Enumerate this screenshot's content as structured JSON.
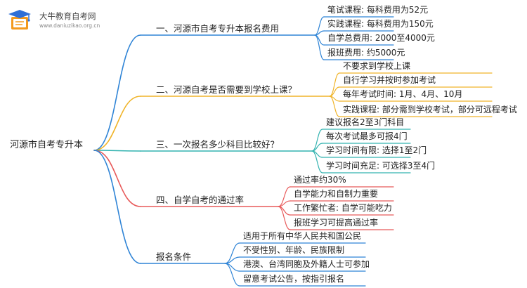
{
  "logo": {
    "name": "大牛教育自考网",
    "url": "www.daniuzikao.org.cn"
  },
  "root": {
    "label": "河源市自考专升本"
  },
  "colors": {
    "branch1": "#2f84d6",
    "branch2": "#f0b429",
    "branch3": "#33b3b0",
    "branch4": "#e85a5a",
    "branch5": "#2f84d6"
  },
  "branches": [
    {
      "label": "一、河源市自考专升本报名费用",
      "children": [
        "笔试课程: 每科费用为52元",
        "实践课程: 每科费用为150元",
        "自学总费用: 2000至4000元",
        "报班费用: 约5000元"
      ]
    },
    {
      "label": "二、河源自考是否需要到学校上课？",
      "children": [
        "不要求到学校上课",
        "自行学习并按时参加考试",
        "每年考试时间: 1月、4月、10月",
        "实践课程: 部分需到学校考试，部分可远程考试"
      ]
    },
    {
      "label": "三、一次报名多少科目比较好？",
      "children": [
        "建议报名2至3门科目",
        "每次考试最多可报4门",
        "学习时间有限: 选择1至2门",
        "学习时间充足: 可选择3至4门"
      ]
    },
    {
      "label": "四、自学自考的通过率",
      "children": [
        "通过率约30%",
        "自学能力和自制力重要",
        "工作繁忙者: 自学可能吃力",
        "报班学习可提高通过率"
      ]
    },
    {
      "label": "报名条件",
      "children": [
        "适用于所有中华人民共和国公民",
        "不受性别、年龄、民族限制",
        "港澳、台湾同胞及外籍人士可参加",
        "留意考试公告，按指引报名"
      ]
    }
  ]
}
